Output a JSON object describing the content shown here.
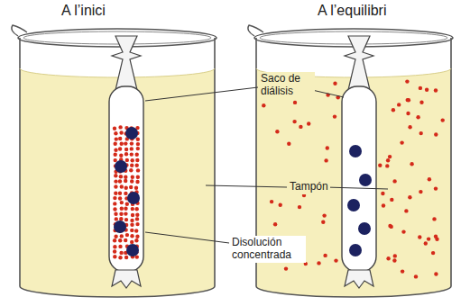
{
  "diagram": {
    "labels": [
      "A l’inici",
      "A l’equilibri",
      "Saco de diálisis",
      "Tampón",
      "Disolución concentrada"
    ]
  }
}
